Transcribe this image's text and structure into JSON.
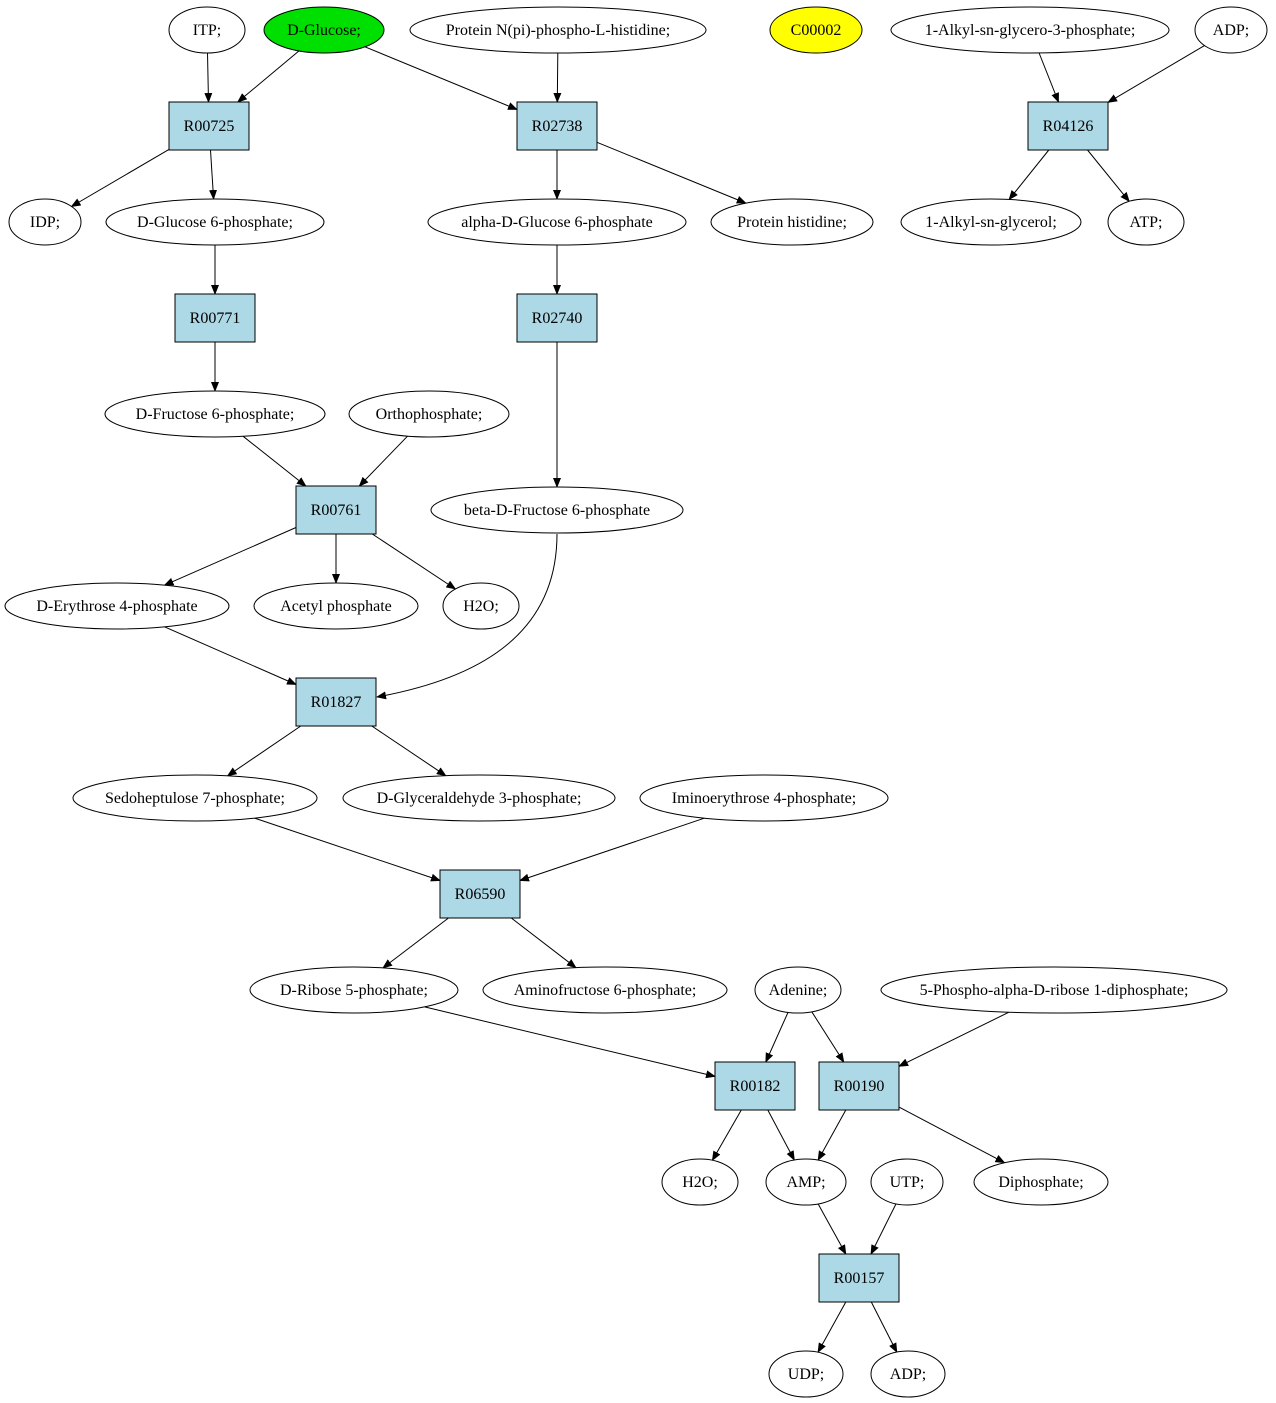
{
  "colors": {
    "compound_fill": "#ffffff",
    "reaction_fill": "#add8e6",
    "highlight_green": "#00e000",
    "highlight_yellow": "#ffff00",
    "stroke": "#000000"
  },
  "nodes": {
    "itp": "ITP;",
    "d_glucose": "D-Glucose;",
    "protein_npi": "Protein N(pi)-phospho-L-histidine;",
    "c00002": "C00002",
    "alkyl_g3p": "1-Alkyl-sn-glycero-3-phosphate;",
    "adp_top": "ADP;",
    "r00725": "R00725",
    "r02738": "R02738",
    "r04126": "R04126",
    "idp": "IDP;",
    "d_glucose_6p": "D-Glucose 6-phosphate;",
    "alpha_d_glucose_6p": "alpha-D-Glucose 6-phosphate",
    "protein_histidine": "Protein histidine;",
    "alkyl_glycerol": "1-Alkyl-sn-glycerol;",
    "atp": "ATP;",
    "r00771": "R00771",
    "r02740": "R02740",
    "d_fructose_6p": "D-Fructose 6-phosphate;",
    "orthophosphate": "Orthophosphate;",
    "r00761": "R00761",
    "beta_d_fructose_6p": "beta-D-Fructose 6-phosphate",
    "d_erythrose_4p": "D-Erythrose 4-phosphate",
    "acetyl_phosphate": "Acetyl phosphate",
    "h2o_a": "H2O;",
    "r01827": "R01827",
    "sedoheptulose_7p": "Sedoheptulose 7-phosphate;",
    "d_glyceraldehyde_3p": "D-Glyceraldehyde 3-phosphate;",
    "iminoerythrose_4p": "Iminoerythrose 4-phosphate;",
    "r06590": "R06590",
    "d_ribose_5p": "D-Ribose 5-phosphate;",
    "aminofructose_6p": "Aminofructose 6-phosphate;",
    "adenine": "Adenine;",
    "prpp": "5-Phospho-alpha-D-ribose 1-diphosphate;",
    "r00182": "R00182",
    "r00190": "R00190",
    "h2o_b": "H2O;",
    "amp": "AMP;",
    "utp": "UTP;",
    "diphosphate": "Diphosphate;",
    "r00157": "R00157",
    "udp": "UDP;",
    "adp_bottom": "ADP;"
  },
  "edges": [
    [
      "itp",
      "r00725"
    ],
    [
      "d_glucose",
      "r00725"
    ],
    [
      "d_glucose",
      "r02738"
    ],
    [
      "protein_npi",
      "r02738"
    ],
    [
      "alkyl_g3p",
      "r04126"
    ],
    [
      "adp_top",
      "r04126"
    ],
    [
      "r00725",
      "idp"
    ],
    [
      "r00725",
      "d_glucose_6p"
    ],
    [
      "r02738",
      "alpha_d_glucose_6p"
    ],
    [
      "r02738",
      "protein_histidine"
    ],
    [
      "r04126",
      "alkyl_glycerol"
    ],
    [
      "r04126",
      "atp"
    ],
    [
      "d_glucose_6p",
      "r00771"
    ],
    [
      "alpha_d_glucose_6p",
      "r02740"
    ],
    [
      "r00771",
      "d_fructose_6p"
    ],
    [
      "r02740",
      "beta_d_fructose_6p"
    ],
    [
      "d_fructose_6p",
      "r00761"
    ],
    [
      "orthophosphate",
      "r00761"
    ],
    [
      "r00761",
      "d_erythrose_4p"
    ],
    [
      "r00761",
      "acetyl_phosphate"
    ],
    [
      "r00761",
      "h2o_a"
    ],
    [
      "d_erythrose_4p",
      "r01827"
    ],
    [
      "beta_d_fructose_6p",
      "r01827"
    ],
    [
      "r01827",
      "sedoheptulose_7p"
    ],
    [
      "r01827",
      "d_glyceraldehyde_3p"
    ],
    [
      "sedoheptulose_7p",
      "r06590"
    ],
    [
      "iminoerythrose_4p",
      "r06590"
    ],
    [
      "r06590",
      "d_ribose_5p"
    ],
    [
      "r06590",
      "aminofructose_6p"
    ],
    [
      "d_ribose_5p",
      "r00182"
    ],
    [
      "adenine",
      "r00182"
    ],
    [
      "adenine",
      "r00190"
    ],
    [
      "prpp",
      "r00190"
    ],
    [
      "r00182",
      "h2o_b"
    ],
    [
      "r00182",
      "amp"
    ],
    [
      "r00190",
      "amp"
    ],
    [
      "r00190",
      "diphosphate"
    ],
    [
      "amp",
      "r00157"
    ],
    [
      "utp",
      "r00157"
    ],
    [
      "r00157",
      "udp"
    ],
    [
      "r00157",
      "adp_bottom"
    ]
  ]
}
